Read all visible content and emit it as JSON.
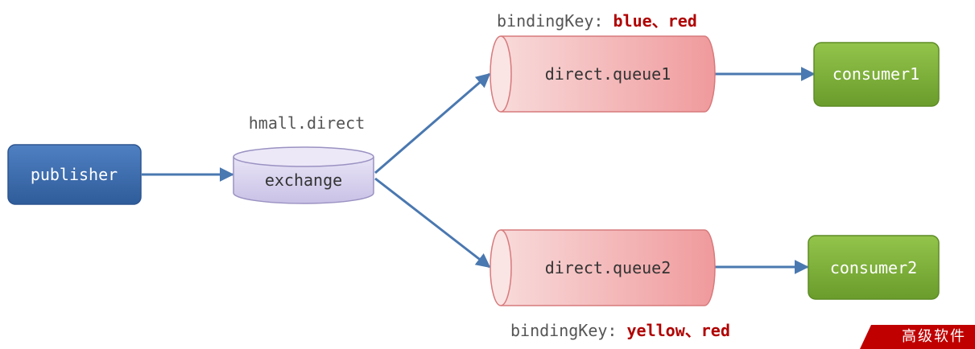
{
  "nodes": {
    "publisher": "publisher",
    "exchange": "exchange",
    "exchange_name": "hmall.direct",
    "queue1": "direct.queue1",
    "queue2": "direct.queue2",
    "consumer1": "consumer1",
    "consumer2": "consumer2"
  },
  "bindings": {
    "queue1": {
      "prefix": "bindingKey: ",
      "keys": "blue、red"
    },
    "queue2": {
      "prefix": "bindingKey: ",
      "keys": "yellow、red"
    }
  },
  "watermark": {
    "text": "高级软件"
  },
  "colors": {
    "publisher": "#3f6fb0",
    "exchange": "#d8d2ef",
    "queue": "#f3a9aa",
    "consumer": "#7fb13a",
    "arrow": "#4a78b0",
    "binding_key": "#b00000"
  }
}
